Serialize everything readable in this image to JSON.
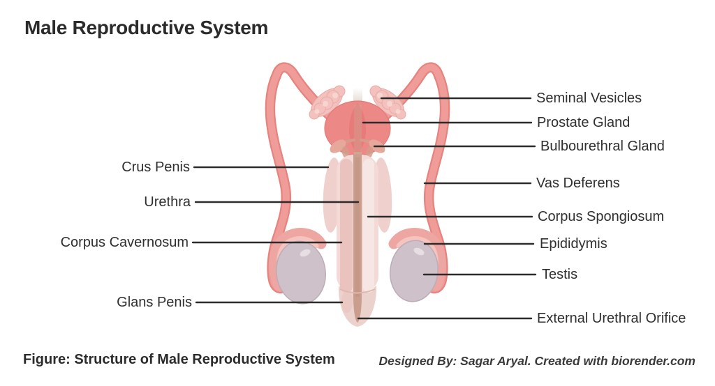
{
  "title": "Male Reproductive System",
  "figure": {
    "caption": "Figure: Structure of Male Reproductive System",
    "credit": "Designed By: Sagar Aryal. Created with biorender.com"
  },
  "diagram": {
    "subject": "male reproductive system anatomical illustration",
    "labels_left": [
      {
        "text": "Crus Penis"
      },
      {
        "text": "Urethra"
      },
      {
        "text": "Corpus Cavernosum"
      },
      {
        "text": "Glans Penis"
      }
    ],
    "labels_right": [
      {
        "text": "Seminal Vesicles"
      },
      {
        "text": "Prostate Gland"
      },
      {
        "text": "Bulbourethral Gland"
      },
      {
        "text": "Vas Deferens"
      },
      {
        "text": "Corpus Spongiosum"
      },
      {
        "text": "Epididymis"
      },
      {
        "text": "Testis"
      },
      {
        "text": "External Urethral Orifice"
      }
    ]
  },
  "colors": {
    "heading": "#2b2b2b",
    "text": "#2f2f2f",
    "credit": "#3a3a3a",
    "line": "#2b2b2b",
    "tube": "#f09c99",
    "tube-edge": "#e5837f",
    "vesicle": "#f3c2be",
    "vesicle-lump": "#f7d6d2",
    "vesicle-edge": "#eaa9a5",
    "prostate": "#ec8886",
    "prostate-dark": "#e17170",
    "prostate-edge": "#e07a77",
    "gland": "#e6a89a",
    "gland-stem": "#d59c8c",
    "canal": "#d2a292",
    "canal-fade": "#cfc2bd",
    "crus-wing": "#f0d0cd",
    "shaft": "#f3dad7",
    "cavernosum": "#eac3bf",
    "spongiosum": "#f7e7e4",
    "urethra": "#ca9e8c",
    "urethra-dark": "#bd9280",
    "glans": "#ecd2cc",
    "corona": "#e0b7b1",
    "testis": "#cfc1c9",
    "testis-edge": "#bcacb7",
    "testis-highlight": "#e7dee3",
    "epididymis": "#eda6a2",
    "epididymis-light": "#f5c4bf"
  }
}
